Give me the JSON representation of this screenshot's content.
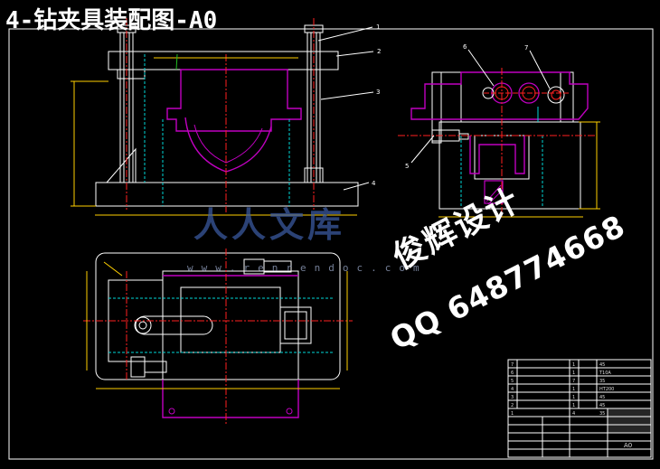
{
  "title": "4-钻夹具装配图-A0",
  "watermark": {
    "brand": "人人文库",
    "site": "www.renrendoc.com"
  },
  "stamp": {
    "line1": "俊辉设计",
    "line2": "QQ 648774668"
  },
  "callouts": [
    "1",
    "2",
    "3",
    "4",
    "5",
    "6",
    "7"
  ],
  "title_block": {
    "sheet_size": "A0",
    "rows": [
      {
        "no": "7",
        "qty": "1",
        "mat": "45"
      },
      {
        "no": "6",
        "qty": "1",
        "mat": "T10A"
      },
      {
        "no": "5",
        "qty": "7",
        "mat": "35"
      },
      {
        "no": "4",
        "qty": "1",
        "mat": "HT200"
      },
      {
        "no": "3",
        "qty": "1",
        "mat": "45"
      },
      {
        "no": "2",
        "qty": "1",
        "mat": "45"
      },
      {
        "no": "1",
        "qty": "4",
        "mat": "35"
      }
    ]
  },
  "colors": {
    "background": "#000000",
    "outline": "#ffffff",
    "part": "#c000c0",
    "center_line": "#ff2020",
    "hidden_line": "#00d8d8",
    "dimension": "#ffd000",
    "green": "#20c020"
  }
}
